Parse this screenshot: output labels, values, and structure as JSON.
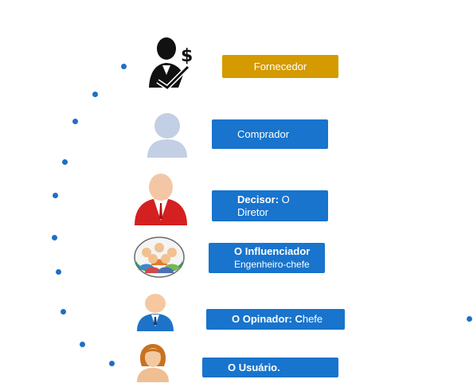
{
  "roles": [
    {
      "id": "fornecedor",
      "parts": [
        {
          "text": "Fornecedor",
          "bold": false
        }
      ],
      "line2": "",
      "icon": "supplier-icon",
      "color": "#d49a00"
    },
    {
      "id": "comprador",
      "parts": [
        {
          "text": "Comprador",
          "bold": false
        }
      ],
      "line2": "",
      "icon": "buyer-icon",
      "color": "#1874cd"
    },
    {
      "id": "decisor",
      "parts": [
        {
          "text": "Decisor:",
          "bold": true
        },
        {
          "text": " O",
          "bold": false
        }
      ],
      "line2": "Diretor",
      "icon": "decision-maker-icon",
      "color": "#1874cd"
    },
    {
      "id": "influenciador",
      "parts": [
        {
          "text": "O Influenciador",
          "bold": true
        }
      ],
      "line2": "Engenheiro-chefe",
      "icon": "group-icon",
      "color": "#1874cd"
    },
    {
      "id": "opinador",
      "parts": [
        {
          "text": "O Opinador: C",
          "bold": true
        },
        {
          "text": "hefe",
          "bold": false
        }
      ],
      "line2": "",
      "icon": "manager-icon",
      "color": "#1874cd"
    },
    {
      "id": "usuario",
      "parts": [
        {
          "text": "O Usuário.",
          "bold": true
        }
      ],
      "line2": "",
      "icon": "user-woman-icon",
      "color": "#1874cd"
    }
  ],
  "colors": {
    "dot": "#1f6fc5",
    "blue": "#1874cd",
    "gold": "#d49a00"
  }
}
